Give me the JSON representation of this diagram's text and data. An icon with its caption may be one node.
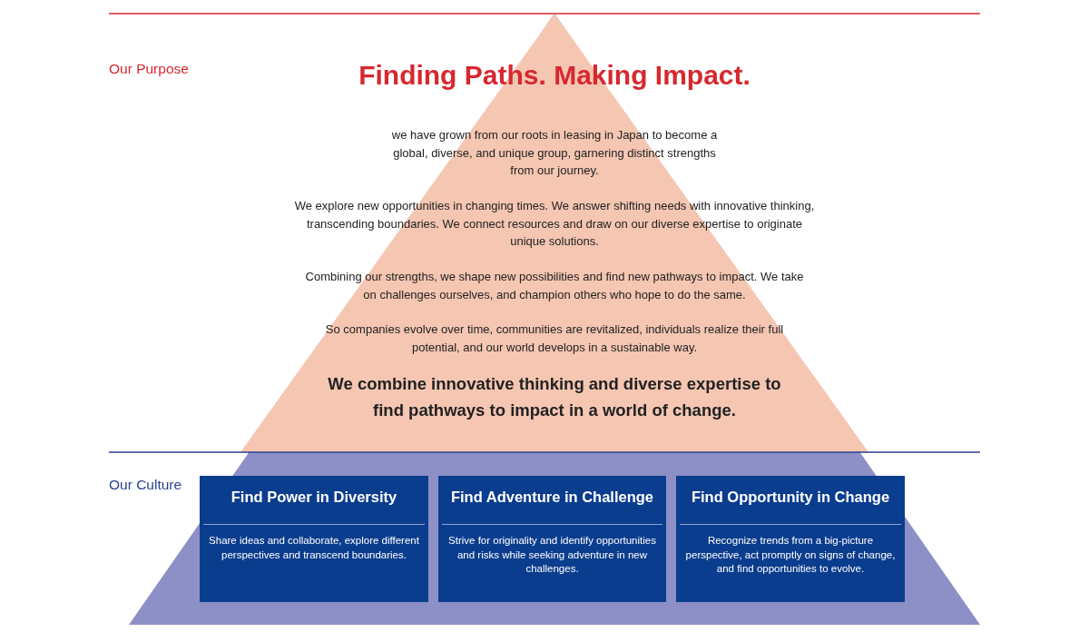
{
  "diagram": {
    "title": "Finding Paths. Making Impact.",
    "nodes": [
      {
        "text": [
          "Find Power in Diversity",
          "Share ideas and collaborate, explore different perspectives and transcend boundaries."
        ]
      },
      {
        "text": [
          "Find Adventure in Challenge",
          "Strive for originality and identify opportunities and risks while seeking adventure in new challenges."
        ]
      },
      {
        "text": [
          "Find Opportunity in Change",
          "Recognize trends from a big-picture perspective, act promptly on signs of change, and find opportunities to evolve."
        ]
      }
    ],
    "edges": [],
    "labels": [
      "Our Purpose",
      "we have grown from our roots in leasing in Japan to become a global, diverse, and unique group, garnering distinct strengths from our journey.",
      "We explore new opportunities in changing times. We answer shifting needs with innovative thinking, transcending boundaries. We connect resources and draw on our diverse expertise to originate unique solutions.",
      "Combining our strengths, we shape new possibilities and find new pathways to impact. We take on challenges ourselves, and champion others who hope to do the same.",
      "So companies evolve over time, communities are revitalized, individuals realize their full potential, and our world develops in a sustainable way.",
      "We combine innovative thinking and diverse expertise to find pathways to impact in a world of change.",
      "Our Culture"
    ]
  }
}
